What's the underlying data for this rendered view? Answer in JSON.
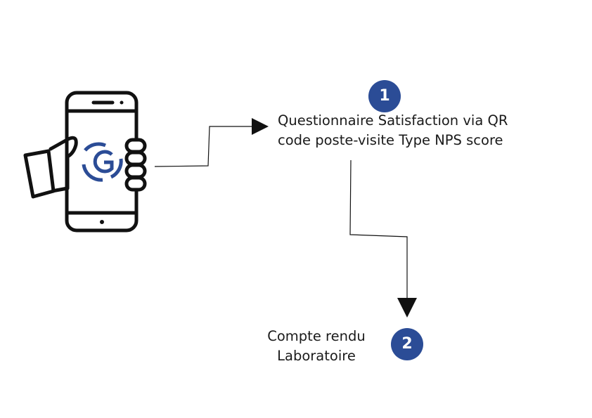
{
  "colors": {
    "accent": "#2b4c96",
    "line": "#111111",
    "text": "#1a1a1a"
  },
  "phone": {
    "icon": "hand-holding-phone-icon",
    "logo_icon": "g-brand-logo-icon"
  },
  "steps": [
    {
      "number": "1",
      "lines": [
        "Questionnaire Satisfaction via QR",
        "code poste-visite Type NPS score"
      ]
    },
    {
      "number": "2",
      "lines": [
        "Compte rendu",
        "Laboratoire"
      ]
    }
  ]
}
